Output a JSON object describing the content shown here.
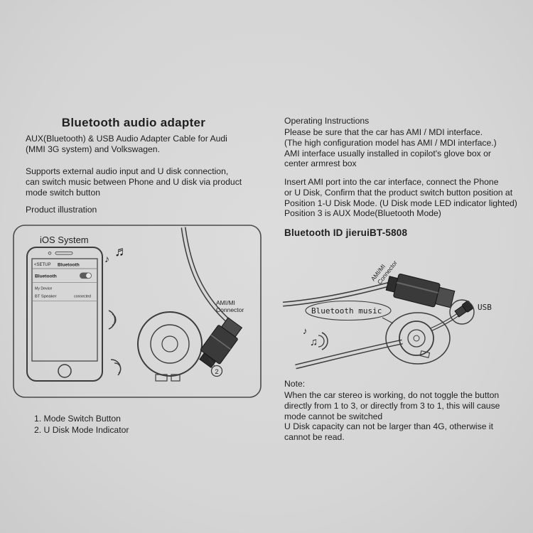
{
  "document": {
    "left": {
      "title": "Bluetooth audio adapter",
      "subtitle": "AUX(Bluetooth) & USB Audio Adapter Cable for Audi\n(MMI 3G system) and Volkswagen.",
      "description": "Supports external audio input and U disk connection,\ncan switch music between Phone and U disk via product\nmode switch button",
      "illustration_label": "Product illustration",
      "legend": [
        "1. Mode Switch Button",
        "2. U Disk Mode Indicator"
      ]
    },
    "phone": {
      "system_label": "iOS System",
      "nav_back": "<SETUP",
      "nav_title": "Bluetooth",
      "bluetooth_row": "Bluetooth",
      "section_label": "My Device",
      "device_name": "BT Speaker",
      "device_status": "connected"
    },
    "left_diagram": {
      "connector_line1": "AMI/MI",
      "connector_line2": "Connector",
      "indicator_number": "2",
      "note1": "♪",
      "note2": "♬"
    },
    "right": {
      "operating_heading": "Operating Instructions",
      "para1": "Please be sure that the car has AMI / MDI interface.\n(The high configuration model has AMI / MDI interface.)\nAMI interface usually installed in copilot's glove box or\ncenter armrest box",
      "para2": "Insert AMI port into the car interface, connect the Phone\nor U Disk, Confirm that the product switch button position at\nPosition 1-U Disk Mode. (U Disk mode LED indicator lighted)\nPosition 3 is AUX Mode(Bluetooth Mode)",
      "bluetooth_id": "Bluetooth ID jieruiBT-5808",
      "note_heading": "Note:",
      "note_text": "When the car stereo is working, do not toggle the button\ndirectly from 1 to 3, or directly from 3 to 1, this will cause\nmode cannot be switched\nU Disk capacity can not be larger than 4G, otherwise it\ncannot be read."
    },
    "right_diagram": {
      "bluetooth_music_label": "Bluetooth music",
      "usb_label": "USB",
      "connector_line1": "AMI/MI",
      "connector_line2": "Connector",
      "note1": "♪",
      "note2": "♫"
    }
  }
}
